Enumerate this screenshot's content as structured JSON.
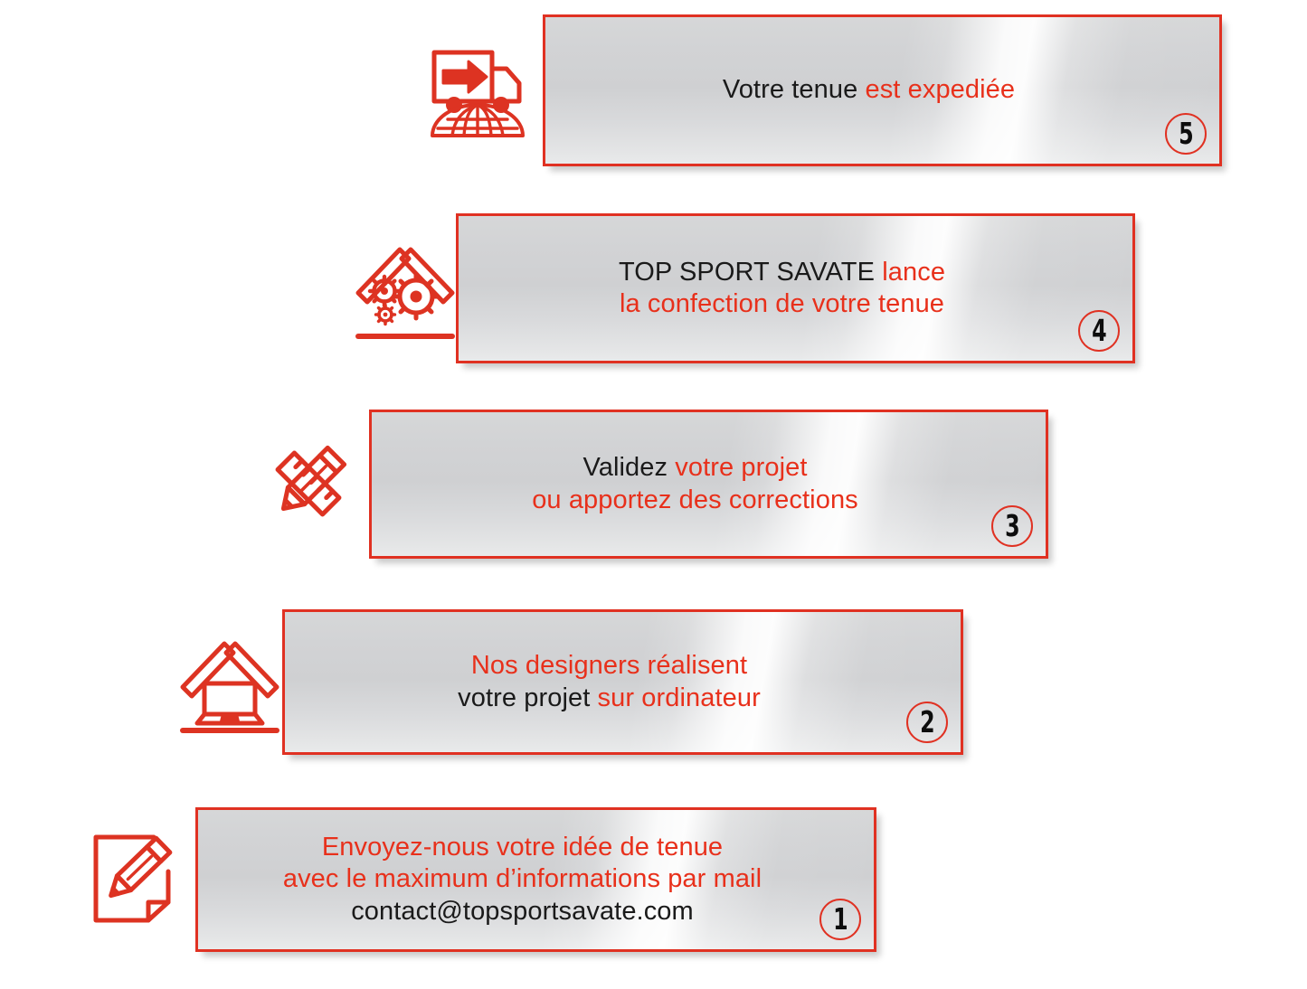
{
  "brand": {
    "red": "#E8301B",
    "border_red": "#E03122",
    "text_black": "#1a1a1a"
  },
  "steps": [
    {
      "number": "5",
      "icon": "delivery-truck-globe-icon",
      "lines": [
        [
          {
            "t": "Votre tenue ",
            "c": "blk"
          },
          {
            "t": "est expediée",
            "c": "red"
          }
        ]
      ]
    },
    {
      "number": "4",
      "icon": "roof-gears-icon",
      "lines": [
        [
          {
            "t": "TOP SPORT SAVATE ",
            "c": "blk"
          },
          {
            "t": "lance",
            "c": "red"
          }
        ],
        [
          {
            "t": "la confection de votre tenue",
            "c": "red"
          }
        ]
      ]
    },
    {
      "number": "3",
      "icon": "ruler-pencil-cross-icon",
      "lines": [
        [
          {
            "t": "Validez ",
            "c": "blk"
          },
          {
            "t": "votre projet",
            "c": "red"
          }
        ],
        [
          {
            "t": "ou apportez des corrections",
            "c": "red"
          }
        ]
      ]
    },
    {
      "number": "2",
      "icon": "roof-laptop-icon",
      "lines": [
        [
          {
            "t": "Nos designers réalisent",
            "c": "red"
          }
        ],
        [
          {
            "t": "votre projet ",
            "c": "blk"
          },
          {
            "t": "sur ordinateur",
            "c": "red"
          }
        ]
      ]
    },
    {
      "number": "1",
      "icon": "document-pencil-icon",
      "lines": [
        [
          {
            "t": "Envoyez-nous votre idée de tenue",
            "c": "red"
          }
        ],
        [
          {
            "t": "avec le maximum d’informations par mail",
            "c": "red"
          }
        ],
        [
          {
            "t": "contact@topsportsavate.com",
            "c": "blk"
          }
        ]
      ]
    }
  ]
}
